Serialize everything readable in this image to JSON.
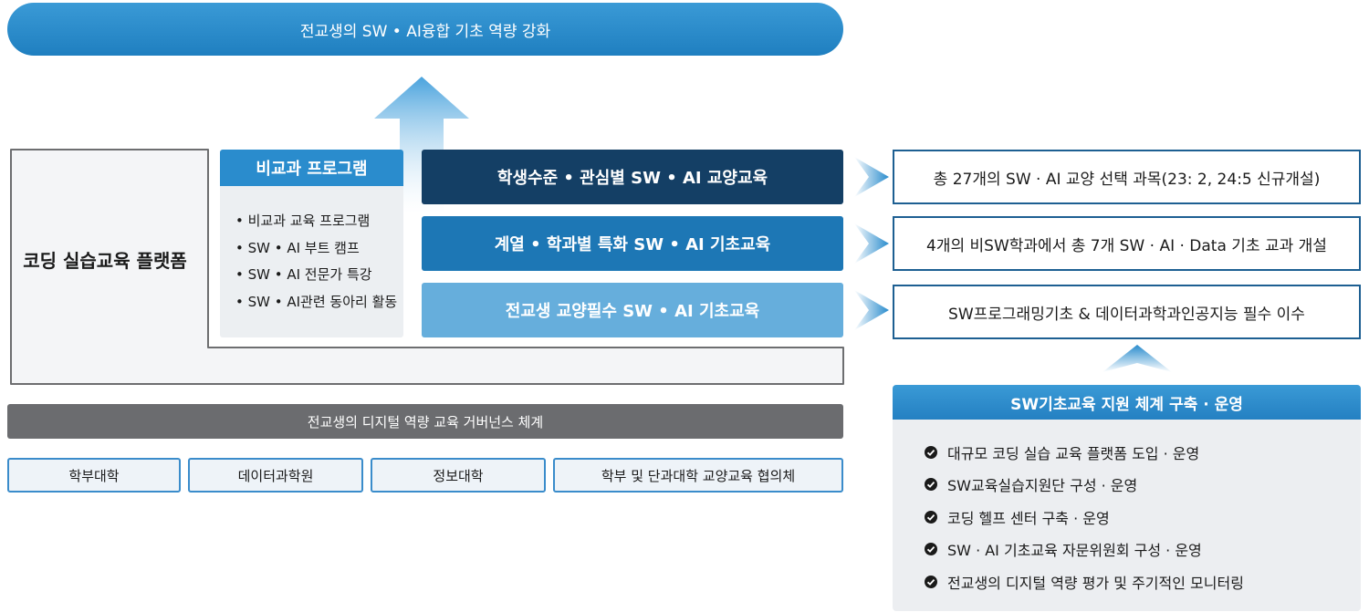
{
  "goal": {
    "text": "전교생의 SW • AI융합 기초 역량 강화"
  },
  "platform": {
    "title": "코딩 실습교육 플랫폼"
  },
  "program": {
    "title": "비교과 프로그램",
    "items": [
      "• 비교과 교육 프로그램",
      "• SW  • AI 부트 캠프",
      "• SW  • AI 전문가 특강",
      "• SW  • AI관련  동아리 활동"
    ]
  },
  "education": [
    "학생수준 • 관심별 SW • AI 교양교육",
    "계열 • 학과별 특화 SW • AI 기초교육",
    "전교생 교양필수 SW • AI 기초교육"
  ],
  "results": [
    "총 27개의 SW · AI 교양 선택 과목(23: 2, 24:5 신규개설)",
    "4개의 비SW학과에서 총 7개 SW · AI · Data 기초 교과 개설",
    "SW프로그래밍기초 & 데이터과학과인공지능 필수 이수"
  ],
  "governance": {
    "title": "전교생의 디지털 역량 교육 거버넌스 체계",
    "units": [
      "학부대학",
      "데이터과학원",
      "정보대학",
      "학부 및 단과대학 교양교육 협의체"
    ]
  },
  "support": {
    "title": "SW기초교육 지원 체계 구축 · 운영",
    "items": [
      "대규모 코딩 실습 교육 플랫폼 도입 · 운영",
      "SW교육실습지원단 구성 · 운영",
      "코딩 헬프 센터 구축 · 운영",
      "SW · AI 기초교육 자문위원회 구성 · 운영",
      "전교생의 디지털 역량 평가 및 주기적인 모니터링"
    ]
  },
  "colors": {
    "accent": "#2a8ccd",
    "bar_dark": "#143f65",
    "bar_mid": "#1d77b5",
    "bar_light": "#66aedc",
    "governance": "#6b6c6f"
  }
}
